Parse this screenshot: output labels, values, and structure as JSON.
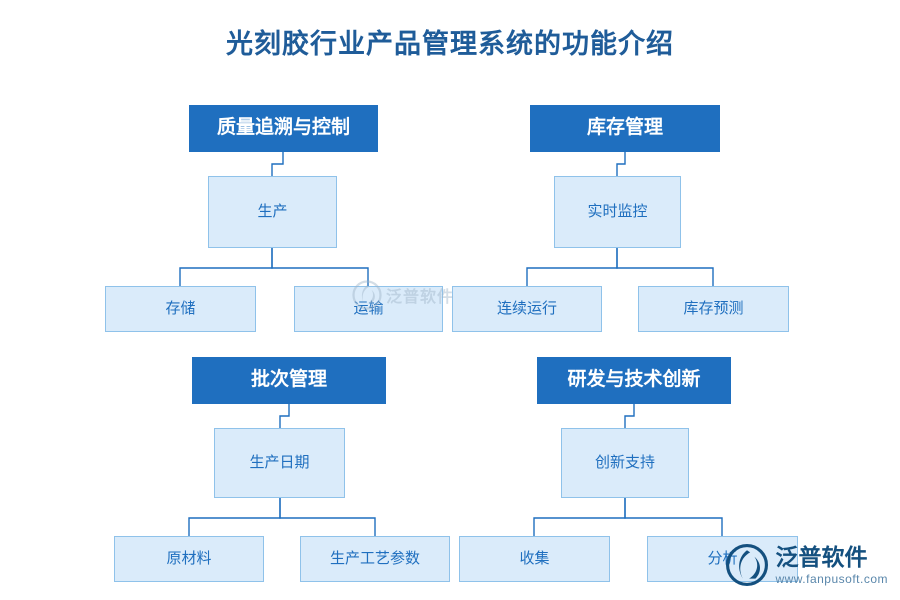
{
  "page": {
    "title": "光刻胶行业产品管理系统的功能介绍",
    "bg_color": "#ffffff",
    "title_color": "#1F5C99",
    "header_bg": "#1F6FBF",
    "header_text_color": "#ffffff",
    "node_bg": "#DAEBFA",
    "node_border": "#8FC2EA",
    "node_text_color": "#1F6FBF",
    "connector_color": "#1F6FBF"
  },
  "groups": [
    {
      "id": "quality",
      "header": "质量追溯与控制",
      "parent": "生产",
      "children": [
        "存储",
        "运输"
      ]
    },
    {
      "id": "inventory",
      "header": "库存管理",
      "parent": "实时监控",
      "children": [
        "连续运行",
        "库存预测"
      ]
    },
    {
      "id": "batch",
      "header": "批次管理",
      "parent": "生产日期",
      "children": [
        "原材料",
        "生产工艺参数"
      ]
    },
    {
      "id": "rnd",
      "header": "研发与技术创新",
      "parent": "创新支持",
      "children": [
        "收集",
        "分析"
      ]
    }
  ],
  "watermarks": {
    "center_text": "泛普软件",
    "brand_name": "泛普软件",
    "brand_url": "www.fanpusoft.com"
  }
}
